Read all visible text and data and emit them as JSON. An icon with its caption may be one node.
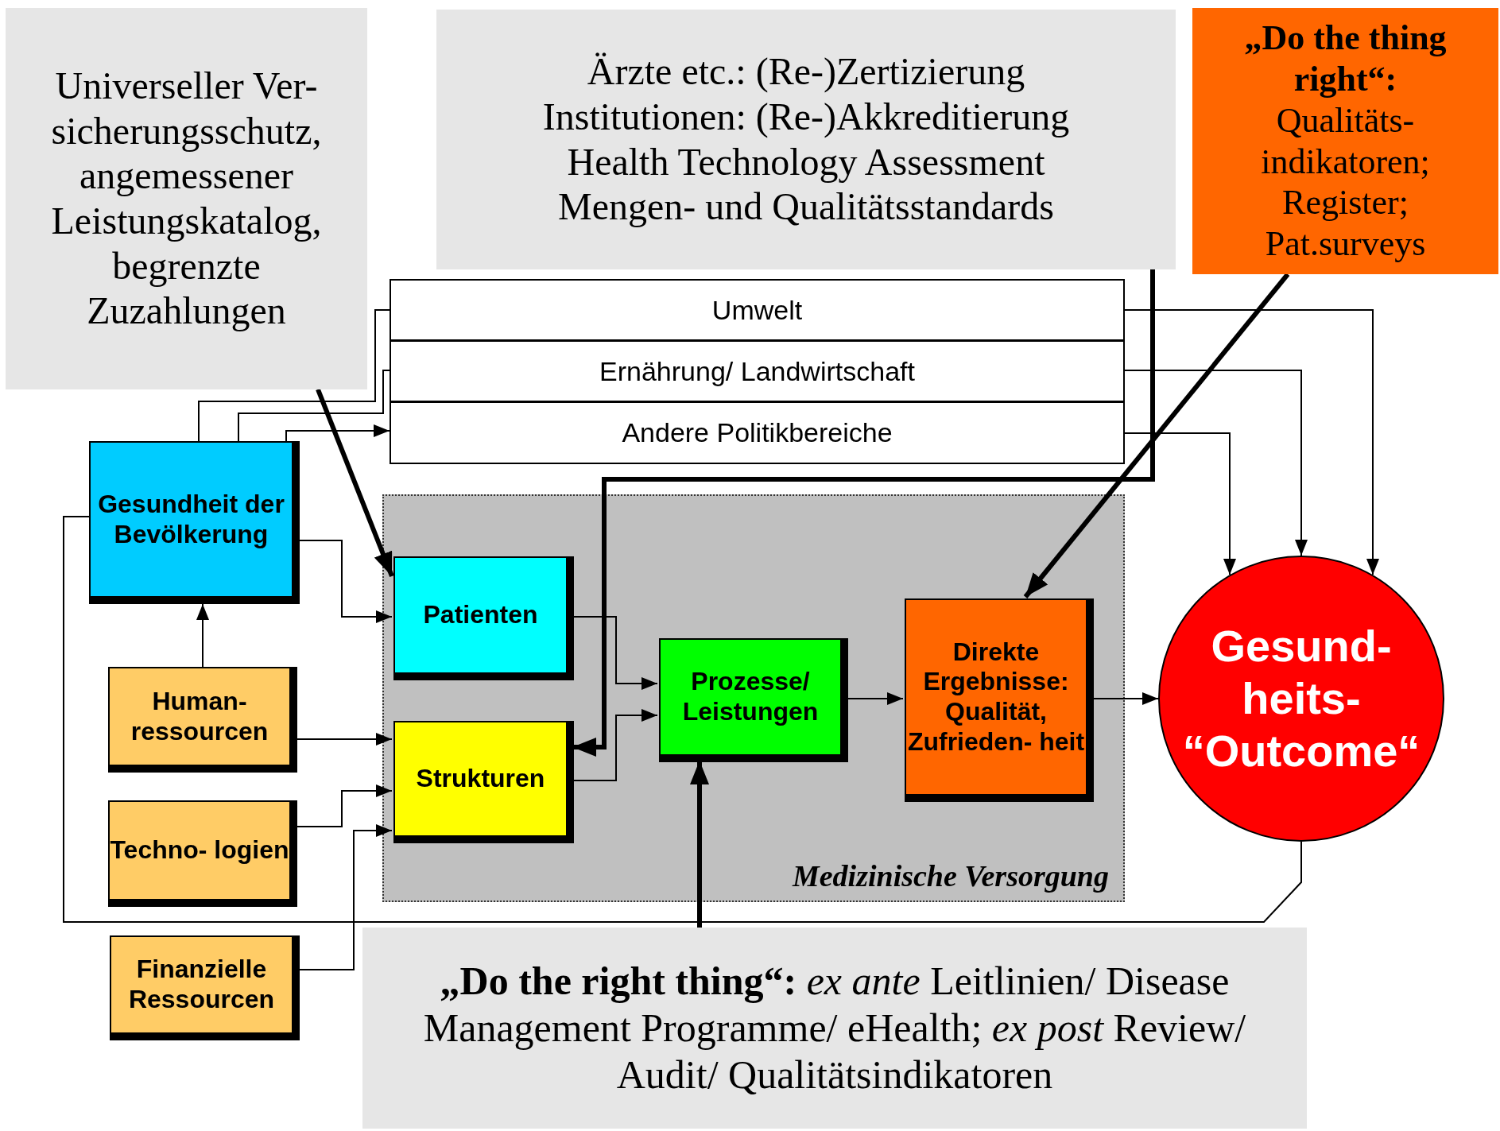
{
  "diagram": {
    "nodes": [
      {
        "text": [
          "Universeller Ver- sicherungsschutz, angemessener Leistungskatalog, begrenzte Zuzahlungen"
        ]
      },
      {
        "text": [
          "Ärzte etc.: (Re-)Zertizierung",
          "Institutionen: (Re-)Akkreditierung",
          "Health Technology Assessment",
          "Mengen- und Qualitätsstandards"
        ]
      },
      {
        "text": [
          "„Do the thing right“:",
          "Qualitäts- indikatoren; Register; Pat.surveys"
        ]
      },
      {
        "text": [
          "Umwelt"
        ]
      },
      {
        "text": [
          "Ernährung/ Landwirtschaft"
        ]
      },
      {
        "text": [
          "Andere Politikbereiche"
        ]
      },
      {
        "text": [
          "Gesundheit der Bevölkerung"
        ]
      },
      {
        "text": [
          "Medizinische Versorgung"
        ]
      },
      {
        "text": [
          "Patienten"
        ],
        "in": 7
      },
      {
        "text": [
          "Strukturen"
        ],
        "in": 7
      },
      {
        "text": [
          "Prozesse/ Leistungen"
        ],
        "in": 7
      },
      {
        "text": [
          "Direkte Ergebnisse: Qualität, Zufrieden- heit"
        ],
        "in": 7
      },
      {
        "text": [
          "Gesund- heits- “Outcome“"
        ]
      },
      {
        "text": [
          "Human- ressourcen"
        ]
      },
      {
        "text": [
          "Techno- logien"
        ]
      },
      {
        "text": [
          "Finanzielle Ressourcen"
        ]
      },
      {
        "text": [
          "**„Do the right thing“:** *ex ante* Leitlinien/ Disease Management Programme/ eHealth; *ex post* Review/ Audit/ Qualitätsindikatoren"
        ]
      }
    ],
    "edges": [
      {
        "from": 0,
        "to": 8,
        "arrow": "to",
        "style": "thick"
      },
      {
        "from": 1,
        "to": 9,
        "arrow": "to",
        "style": "thick"
      },
      {
        "from": 2,
        "to": 11,
        "arrow": "to",
        "style": "thick"
      },
      {
        "from": 16,
        "to": 10,
        "arrow": "to",
        "style": "thick"
      },
      {
        "from": 6,
        "to": 3,
        "arrow": "none"
      },
      {
        "from": 6,
        "to": 4,
        "arrow": "none"
      },
      {
        "from": 6,
        "to": 5,
        "arrow": "to"
      },
      {
        "from": 3,
        "to": 12,
        "arrow": "to"
      },
      {
        "from": 4,
        "to": 12,
        "arrow": "to"
      },
      {
        "from": 5,
        "to": 12,
        "arrow": "to"
      },
      {
        "from": 6,
        "to": 8,
        "arrow": "to"
      },
      {
        "from": 13,
        "to": 6,
        "arrow": "to"
      },
      {
        "from": 13,
        "to": 9,
        "arrow": "to"
      },
      {
        "from": 14,
        "to": 9,
        "arrow": "to"
      },
      {
        "from": 15,
        "to": 9,
        "arrow": "to"
      },
      {
        "from": 8,
        "to": 10,
        "arrow": "to"
      },
      {
        "from": 9,
        "to": 10,
        "arrow": "to"
      },
      {
        "from": 10,
        "to": 11,
        "arrow": "to"
      },
      {
        "from": 11,
        "to": 12,
        "arrow": "to"
      },
      {
        "from": 12,
        "to": 6,
        "arrow": "none"
      }
    ]
  }
}
